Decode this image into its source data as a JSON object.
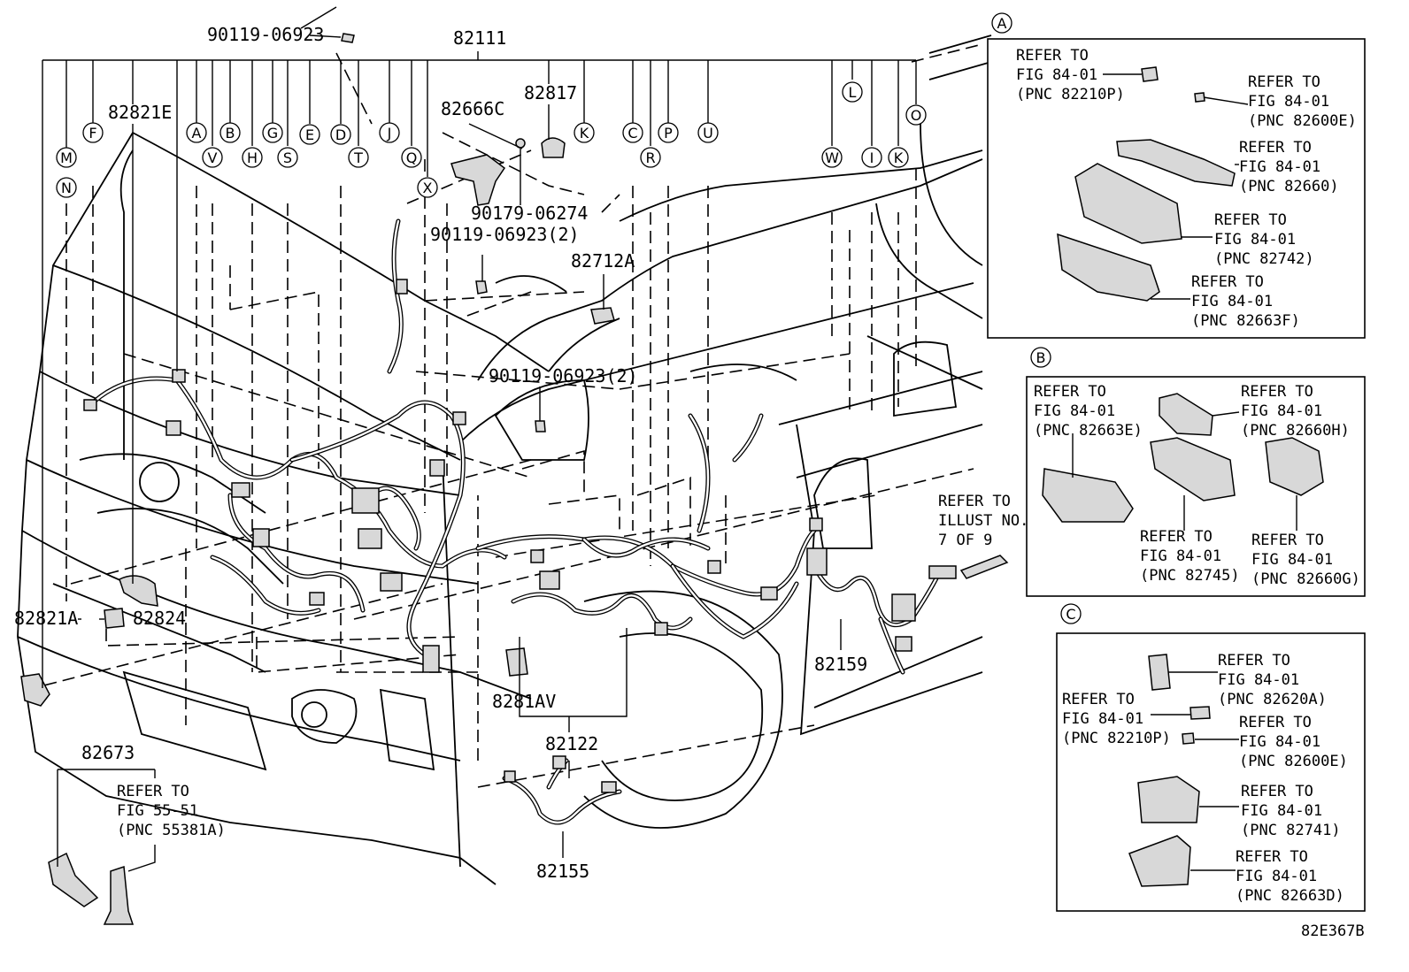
{
  "diagram_id": "82E367B",
  "bolt_label_top": "90119-06923",
  "main_part": "82111",
  "top_callouts": [
    {
      "id": "M"
    },
    {
      "id": "N"
    },
    {
      "id": "F"
    },
    {
      "id": "A"
    },
    {
      "id": "V"
    },
    {
      "id": "B"
    },
    {
      "id": "H"
    },
    {
      "id": "G"
    },
    {
      "id": "S"
    },
    {
      "id": "E"
    },
    {
      "id": "D"
    },
    {
      "id": "T"
    },
    {
      "id": "J"
    },
    {
      "id": "Q"
    },
    {
      "id": "X"
    },
    {
      "id": "K"
    },
    {
      "id": "C"
    },
    {
      "id": "R"
    },
    {
      "id": "P"
    },
    {
      "id": "U"
    },
    {
      "id": "W"
    },
    {
      "id": "L"
    },
    {
      "id": "I"
    },
    {
      "id": "K"
    },
    {
      "id": "O"
    }
  ],
  "part_labels": {
    "p82821E": "82821E",
    "p82666C": "82666C",
    "p82817": "82817",
    "p90179": "90179-06274",
    "p90119b": "90119-06923(2)",
    "p82712A": "82712A",
    "p90119c": "90119-06923(2)",
    "p82821A": "82821A",
    "p82824": "82824",
    "p8281AV": "8281AV",
    "p82122": "82122",
    "p82159": "82159",
    "p82155": "82155",
    "p82673": "82673"
  },
  "refer_illust": [
    "REFER TO",
    "ILLUST NO.",
    "7 OF 9"
  ],
  "refer_55": [
    "REFER TO",
    "FIG 55-51",
    "(PNC 55381A)"
  ],
  "inset_a": {
    "letter": "A",
    "refs": [
      [
        "REFER TO",
        "FIG 84-01",
        "(PNC 82210P)"
      ],
      [
        "REFER TO",
        "FIG 84-01",
        "(PNC 82600E)"
      ],
      [
        "REFER TO",
        "FIG 84-01",
        "(PNC 82660)"
      ],
      [
        "REFER TO",
        "FIG 84-01",
        "(PNC 82742)"
      ],
      [
        "REFER TO",
        "FIG 84-01",
        "(PNC 82663F)"
      ]
    ]
  },
  "inset_b": {
    "letter": "B",
    "refs": [
      [
        "REFER TO",
        "FIG 84-01",
        "(PNC 82663E)"
      ],
      [
        "REFER TO",
        "FIG 84-01",
        "(PNC 82660H)"
      ],
      [
        "REFER TO",
        "FIG 84-01",
        "(PNC 82745)"
      ],
      [
        "REFER TO",
        "FIG 84-01",
        "(PNC 82660G)"
      ]
    ]
  },
  "inset_c": {
    "letter": "C",
    "refs": [
      [
        "REFER TO",
        "FIG 84-01",
        "(PNC 82620A)"
      ],
      [
        "REFER TO",
        "FIG 84-01",
        "(PNC 82210P)"
      ],
      [
        "REFER TO",
        "FIG 84-01",
        "(PNC 82600E)"
      ],
      [
        "REFER TO",
        "FIG 84-01",
        "(PNC 82741)"
      ],
      [
        "REFER TO",
        "FIG 84-01",
        "(PNC 82663D)"
      ]
    ]
  }
}
